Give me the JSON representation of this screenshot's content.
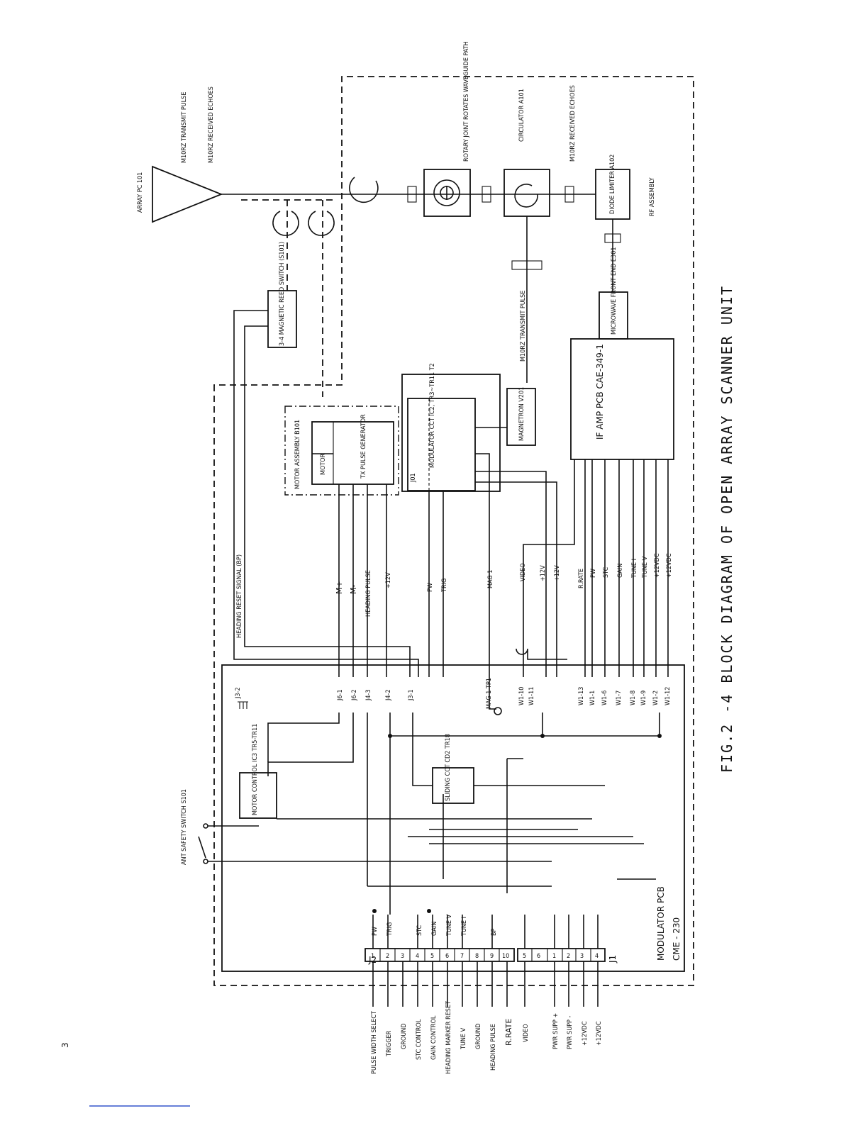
{
  "page": {
    "page_number": "3",
    "caption": "FIG.2 -4 BLOCK DIAGRAM OF OPEN ARRAY SCANNER UNIT"
  },
  "top_section": {
    "antenna_label": "ARRAY PC 101",
    "transmit_label": "M10RZ TRANSMIT PULSE",
    "receive_label": "M10RZ RECEIVED ECHOES",
    "rotary_joint_label": "ROTARY JOINT ROTATES WAVEGUIDE PATH",
    "circulator_label": "CIRCULATOR A101",
    "rx_echoes_label": "M10RZ RECEIVED ECHOES",
    "diode_limiter_label": "DIODE LIMITER A102",
    "rf_assembly_label": "RF ASSEMBLY"
  },
  "blocks": {
    "reed_switch": "3-4 MAGNETIC REED SWITCH (S101)",
    "motor_assembly": "MOTOR ASSEMBLY B101",
    "motor": "MOTOR",
    "pulse_generator": "TX PULSE GENERATOR",
    "modulator_ct": "MODULATOR CCT IC2, TR3~TR11 T2",
    "modulator_j01": "J01",
    "magnetron": "MAGNETRON V201",
    "magnetron_tx": "M10RZ TRANSMIT PULSE",
    "microwave_front_end": "MICROWAVE FRONT END E301",
    "ifamp_pcb": "IF AMP PCB CAE-349-1",
    "motor_control": "MOTOR CONTROL IC3 TR5-TR11",
    "sliding_cct": "SLIDING CCT CD2 TR18",
    "heading_reset": "HEADING RESET SIGNAL (BP)",
    "ant_safety_switch": "ANT SAFETY SWITCH S101",
    "modulator_pcb": "MODULATOR PCB",
    "modulator_pcb_code": "CME - 230",
    "mag_tp": "MAG 1 TP1"
  },
  "signals": {
    "motor": [
      "M+",
      "M-",
      "HEADING PULSE",
      "+12V"
    ],
    "modulator": [
      "PW",
      "TRIG"
    ],
    "mag": "MAG 1",
    "magnetron": [
      "VIDEO",
      "+12V",
      "+12V"
    ],
    "ifamp": [
      "R.RATE",
      "PW",
      "STC",
      "GAIN",
      "TUNE I",
      "TUNE V",
      "+12VDC",
      "+12VDC"
    ]
  },
  "connectors": {
    "motor": [
      "J6-1",
      "J6-2",
      "J4-3",
      "J4-2",
      "J3-1"
    ],
    "j32": "J3-2",
    "ifamp": [
      "W1-10",
      "W1-11",
      "W1-13",
      "W1-1",
      "W1-6",
      "W1-7",
      "W1-8",
      "W1-9",
      "W1-2",
      "W1-12"
    ]
  },
  "j2": {
    "label": "J2",
    "pins": [
      "1",
      "2",
      "3",
      "4",
      "5",
      "6",
      "7",
      "8",
      "9",
      "10"
    ],
    "internal": [
      "PW",
      "TRIG",
      "",
      "STC",
      "GAIN",
      "TUNE V",
      "TUNE I",
      "",
      "BP",
      ""
    ],
    "external": [
      "PULSE WIDTH SELECT",
      "TRIGGER",
      "GROUND",
      "STC CONTROL",
      "GAIN CONTROL",
      "HEADING MARKER RESET",
      "TUNE V",
      "GROUND",
      "HEADING PULSE",
      "R.RATE"
    ]
  },
  "j1": {
    "label": "J1",
    "pins": [
      "5",
      "6",
      "1",
      "2",
      "3",
      "4"
    ],
    "external": [
      "VIDEO",
      "PWR SUPP +",
      "PWR SUPP -",
      "+12VDC",
      "+12VDC"
    ]
  }
}
